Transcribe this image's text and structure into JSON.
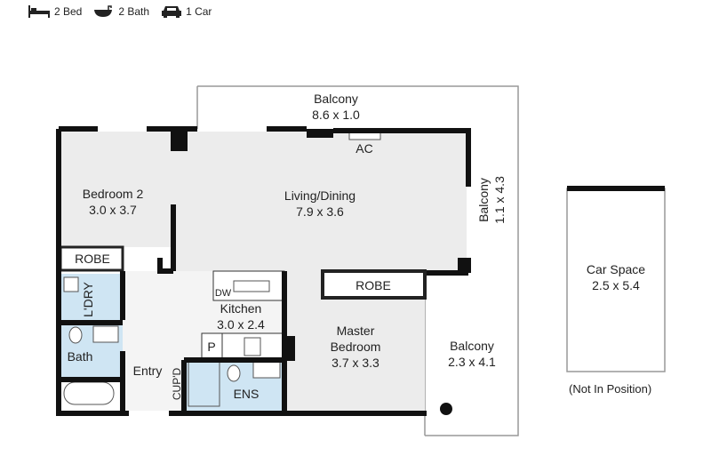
{
  "features": [
    {
      "icon": "bed-icon",
      "label": "2 Bed"
    },
    {
      "icon": "bath-icon",
      "label": "2 Bath"
    },
    {
      "icon": "car-icon",
      "label": "1 Car"
    }
  ],
  "rooms": {
    "balcony_top": {
      "name": "Balcony",
      "size": "8.6 x 1.0"
    },
    "balcony_side": {
      "name": "Balcony",
      "size": "1.1 x 4.3"
    },
    "balcony_corner": {
      "name": "Balcony",
      "size": "2.3 x 4.1"
    },
    "bedroom2": {
      "name": "Bedroom 2",
      "size": "3.0 x 3.7"
    },
    "living": {
      "name": "Living/Dining",
      "size": "7.9 x 3.6"
    },
    "kitchen": {
      "name": "Kitchen",
      "size": "3.0 x 2.4"
    },
    "master": {
      "name1": "Master",
      "name2": "Bedroom",
      "size": "3.7 x 3.3"
    },
    "car": {
      "name": "Car Space",
      "size": "2.5 x 5.4"
    }
  },
  "labels": {
    "ac": "AC",
    "robe1": "ROBE",
    "robe2": "ROBE",
    "laundry": "L'DRY",
    "bath": "Bath",
    "entry": "Entry",
    "cupd": "CUP'D",
    "ens": "ENS",
    "dw": "DW",
    "pantry": "P"
  },
  "note": "(Not In Position)"
}
